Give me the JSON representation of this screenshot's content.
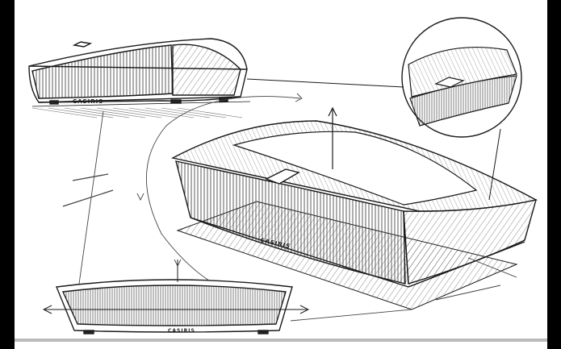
{
  "image": {
    "description_kind": "product design sketch",
    "colors": {
      "background": "#000000",
      "paper": "#ffffff",
      "ink": "#1a1a1a"
    }
  },
  "labels": {
    "brand_top": "CASIRIS",
    "brand_main": "CASIRIS",
    "brand_bottom": "CASIRIS"
  }
}
